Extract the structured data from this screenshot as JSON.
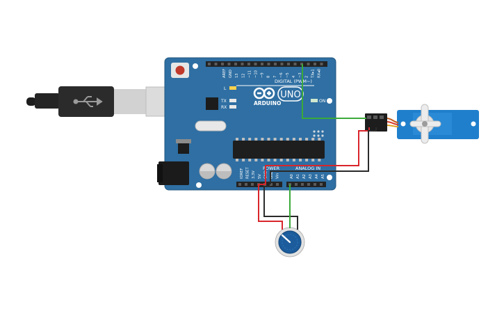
{
  "board": {
    "brand": "ARDUINO",
    "model": "UNO",
    "digital_label": "DIGITAL (PWM~)",
    "power_label": "POWER",
    "analog_label": "ANALOG IN",
    "on_label": "ON",
    "led_l": "L",
    "led_tx": "TX",
    "led_rx": "RX",
    "digital_pins": [
      "AREF",
      "GND",
      "13",
      "12",
      "~11",
      "~10",
      "~9",
      "8",
      "7",
      "~6",
      "~5",
      "4",
      "~3",
      "2",
      "TX▸1",
      "RX◂0"
    ],
    "power_pins": [
      "IOREF",
      "RESET",
      "3.3V",
      "5V",
      "GND",
      "GND",
      "Vin"
    ],
    "analog_pins": [
      "A0",
      "A1",
      "A2",
      "A3",
      "A4",
      "A5"
    ]
  },
  "colors": {
    "board": "#2f6fa3",
    "board_edge": "#23577f",
    "header": "#232323",
    "wire_signal": "#3aaa3a",
    "wire_power": "#d9252b",
    "wire_ground": "#2a2a2a",
    "servo_body": "#1f7fcc",
    "pot_knob": "#1c5c9c"
  },
  "components": {
    "usb_cable": "usb-b-cable",
    "servo": "micro-servo",
    "potentiometer": "potentiometer"
  }
}
